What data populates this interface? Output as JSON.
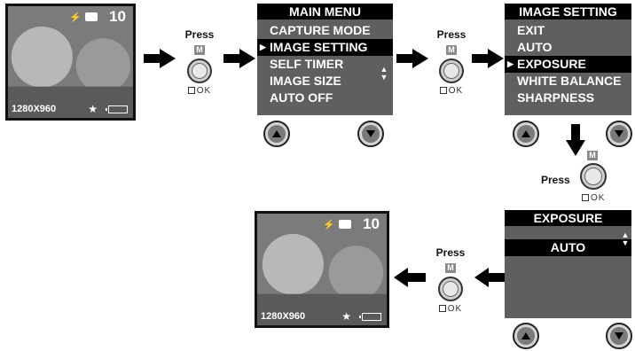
{
  "preview": {
    "count": "10",
    "resolution": "1280X960",
    "icons": [
      "flash-auto-icon",
      "camera-icon",
      "star-icon",
      "battery-icon"
    ]
  },
  "press": {
    "label": "Press",
    "m_key": "M",
    "ok": "OK"
  },
  "main_menu": {
    "title": "MAIN MENU",
    "items": [
      "CAPTURE MODE",
      "IMAGE SETTING",
      "SELF TIMER",
      "IMAGE SIZE",
      "AUTO OFF"
    ],
    "selected": "IMAGE SETTING"
  },
  "image_setting_menu": {
    "title": "IMAGE SETTING",
    "items": [
      "EXIT",
      "AUTO",
      "EXPOSURE",
      "WHITE BALANCE",
      "SHARPNESS"
    ],
    "selected": "EXPOSURE"
  },
  "exposure_menu": {
    "title": "EXPOSURE",
    "items": [
      "",
      "AUTO"
    ],
    "selected": "AUTO"
  },
  "colors": {
    "screen": "#5f5f5f",
    "highlight": "#000000",
    "text": "#ffffff"
  }
}
